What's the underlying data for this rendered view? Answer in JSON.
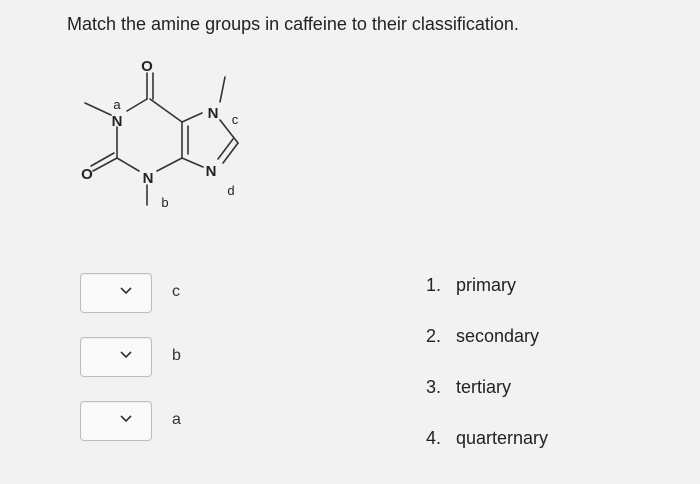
{
  "question": "Match the amine groups in caffeine to their classification.",
  "structure": {
    "atoms": {
      "n_a": "N",
      "n_b": "N",
      "n_c": "N",
      "n_d": "N",
      "o_top": "O",
      "o_left": "O"
    },
    "labels": {
      "a": "a",
      "b": "b",
      "c": "c",
      "d": "d"
    }
  },
  "matches": [
    {
      "label": "c",
      "selected": ""
    },
    {
      "label": "b",
      "selected": ""
    },
    {
      "label": "a",
      "selected": ""
    }
  ],
  "options": [
    {
      "number": "1.",
      "text": "primary"
    },
    {
      "number": "2.",
      "text": "secondary"
    },
    {
      "number": "3.",
      "text": "tertiary"
    },
    {
      "number": "4.",
      "text": "quarternary"
    }
  ]
}
